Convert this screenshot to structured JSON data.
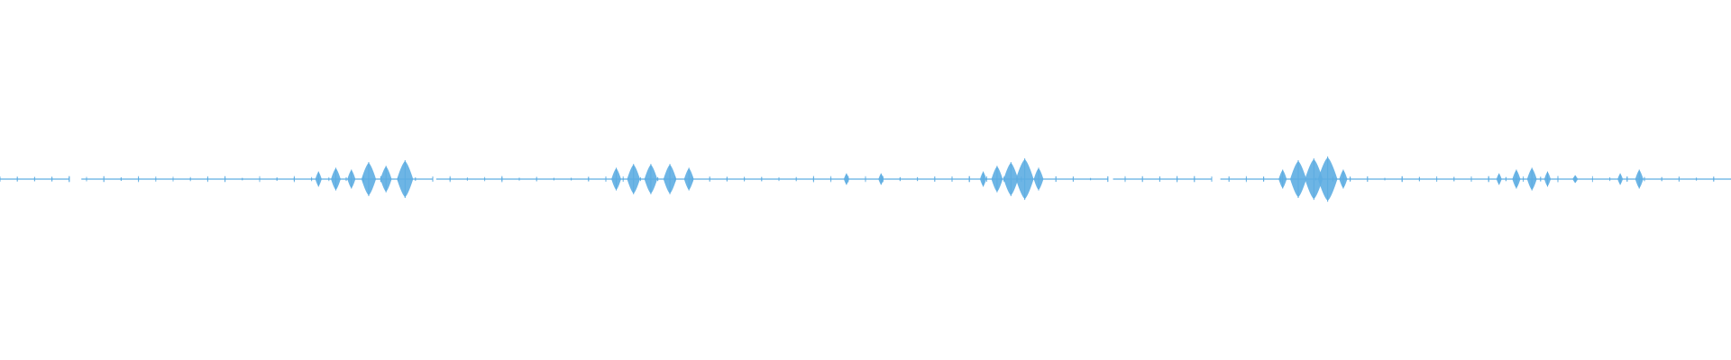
{
  "waveform": {
    "color": "#5dade2",
    "bursts": [
      {
        "center": 0.184,
        "amplitude": 0.04
      },
      {
        "center": 0.194,
        "amplitude": 0.06
      },
      {
        "center": 0.203,
        "amplitude": 0.05
      },
      {
        "center": 0.213,
        "amplitude": 0.09
      },
      {
        "center": 0.223,
        "amplitude": 0.07
      },
      {
        "center": 0.234,
        "amplitude": 0.1
      },
      {
        "center": 0.356,
        "amplitude": 0.06
      },
      {
        "center": 0.366,
        "amplitude": 0.08
      },
      {
        "center": 0.376,
        "amplitude": 0.08
      },
      {
        "center": 0.387,
        "amplitude": 0.08
      },
      {
        "center": 0.398,
        "amplitude": 0.06
      },
      {
        "center": 0.489,
        "amplitude": 0.03
      },
      {
        "center": 0.509,
        "amplitude": 0.03
      },
      {
        "center": 0.568,
        "amplitude": 0.04
      },
      {
        "center": 0.576,
        "amplitude": 0.07
      },
      {
        "center": 0.584,
        "amplitude": 0.09
      },
      {
        "center": 0.592,
        "amplitude": 0.11
      },
      {
        "center": 0.6,
        "amplitude": 0.06
      },
      {
        "center": 0.741,
        "amplitude": 0.05
      },
      {
        "center": 0.75,
        "amplitude": 0.1
      },
      {
        "center": 0.759,
        "amplitude": 0.11
      },
      {
        "center": 0.767,
        "amplitude": 0.12
      },
      {
        "center": 0.776,
        "amplitude": 0.05
      },
      {
        "center": 0.866,
        "amplitude": 0.03
      },
      {
        "center": 0.876,
        "amplitude": 0.05
      },
      {
        "center": 0.885,
        "amplitude": 0.06
      },
      {
        "center": 0.894,
        "amplitude": 0.04
      },
      {
        "center": 0.91,
        "amplitude": 0.02
      },
      {
        "center": 0.936,
        "amplitude": 0.03
      },
      {
        "center": 0.947,
        "amplitude": 0.05
      }
    ],
    "gaps": [
      [
        0.04,
        0.047
      ],
      [
        0.25,
        0.252
      ],
      [
        0.64,
        0.643
      ],
      [
        0.7,
        0.705
      ]
    ]
  }
}
